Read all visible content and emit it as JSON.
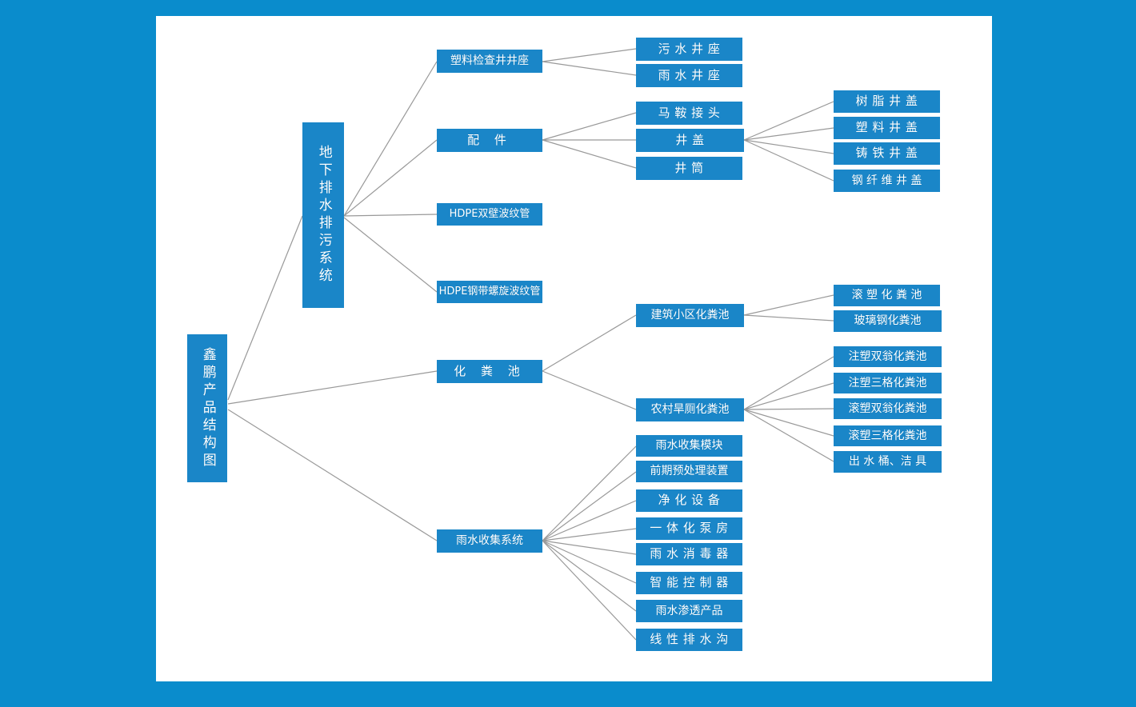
{
  "diagram": {
    "title": "鑫鹏产品结构图",
    "background_color": "#0a8ccc",
    "canvas_color": "#ffffff",
    "node_color": "#1a86c8",
    "node_text_color": "#ffffff",
    "edge_color": "#999999",
    "root": {
      "label": "鑫鹏产品结构图",
      "orientation": "vertical"
    },
    "level2": {
      "drainage": {
        "label": "地下排水排污系统",
        "orientation": "vertical"
      }
    },
    "level3": {
      "manhole_base": "塑料检查井井座",
      "fittings": "配  件",
      "hdpe_double_wall": "HDPE双壁波纹管",
      "hdpe_steel_spiral": "HDPE钢带螺旋波纹管",
      "septic_tank": "化 粪 池",
      "rainwater_system": "雨水收集系统"
    },
    "manhole_base_children": [
      "污 水 井 座",
      "雨 水 井 座"
    ],
    "fittings_children": [
      "马 鞍 接 头",
      "井     盖",
      "井     筒"
    ],
    "well_cover_children": [
      "树 脂 井 盖",
      "塑 料 井 盖",
      "铸 铁 井 盖",
      "钢 纤 维 井 盖"
    ],
    "septic_children": [
      "建筑小区化粪池",
      "农村旱厕化粪池"
    ],
    "community_septic_children": [
      "滚 塑 化 粪 池",
      "玻璃钢化粪池"
    ],
    "rural_septic_children": [
      "注塑双翁化粪池",
      "注塑三格化粪池",
      "滚塑双翁化粪池",
      "滚塑三格化粪池",
      "出 水 桶、洁 具"
    ],
    "rainwater_children": [
      "雨水收集模块",
      "前期预处理装置",
      "净 化 设 备",
      "一 体 化 泵 房",
      "雨 水 消 毒 器",
      "智 能 控 制 器",
      "雨水渗透产品",
      "线 性 排 水 沟"
    ]
  }
}
